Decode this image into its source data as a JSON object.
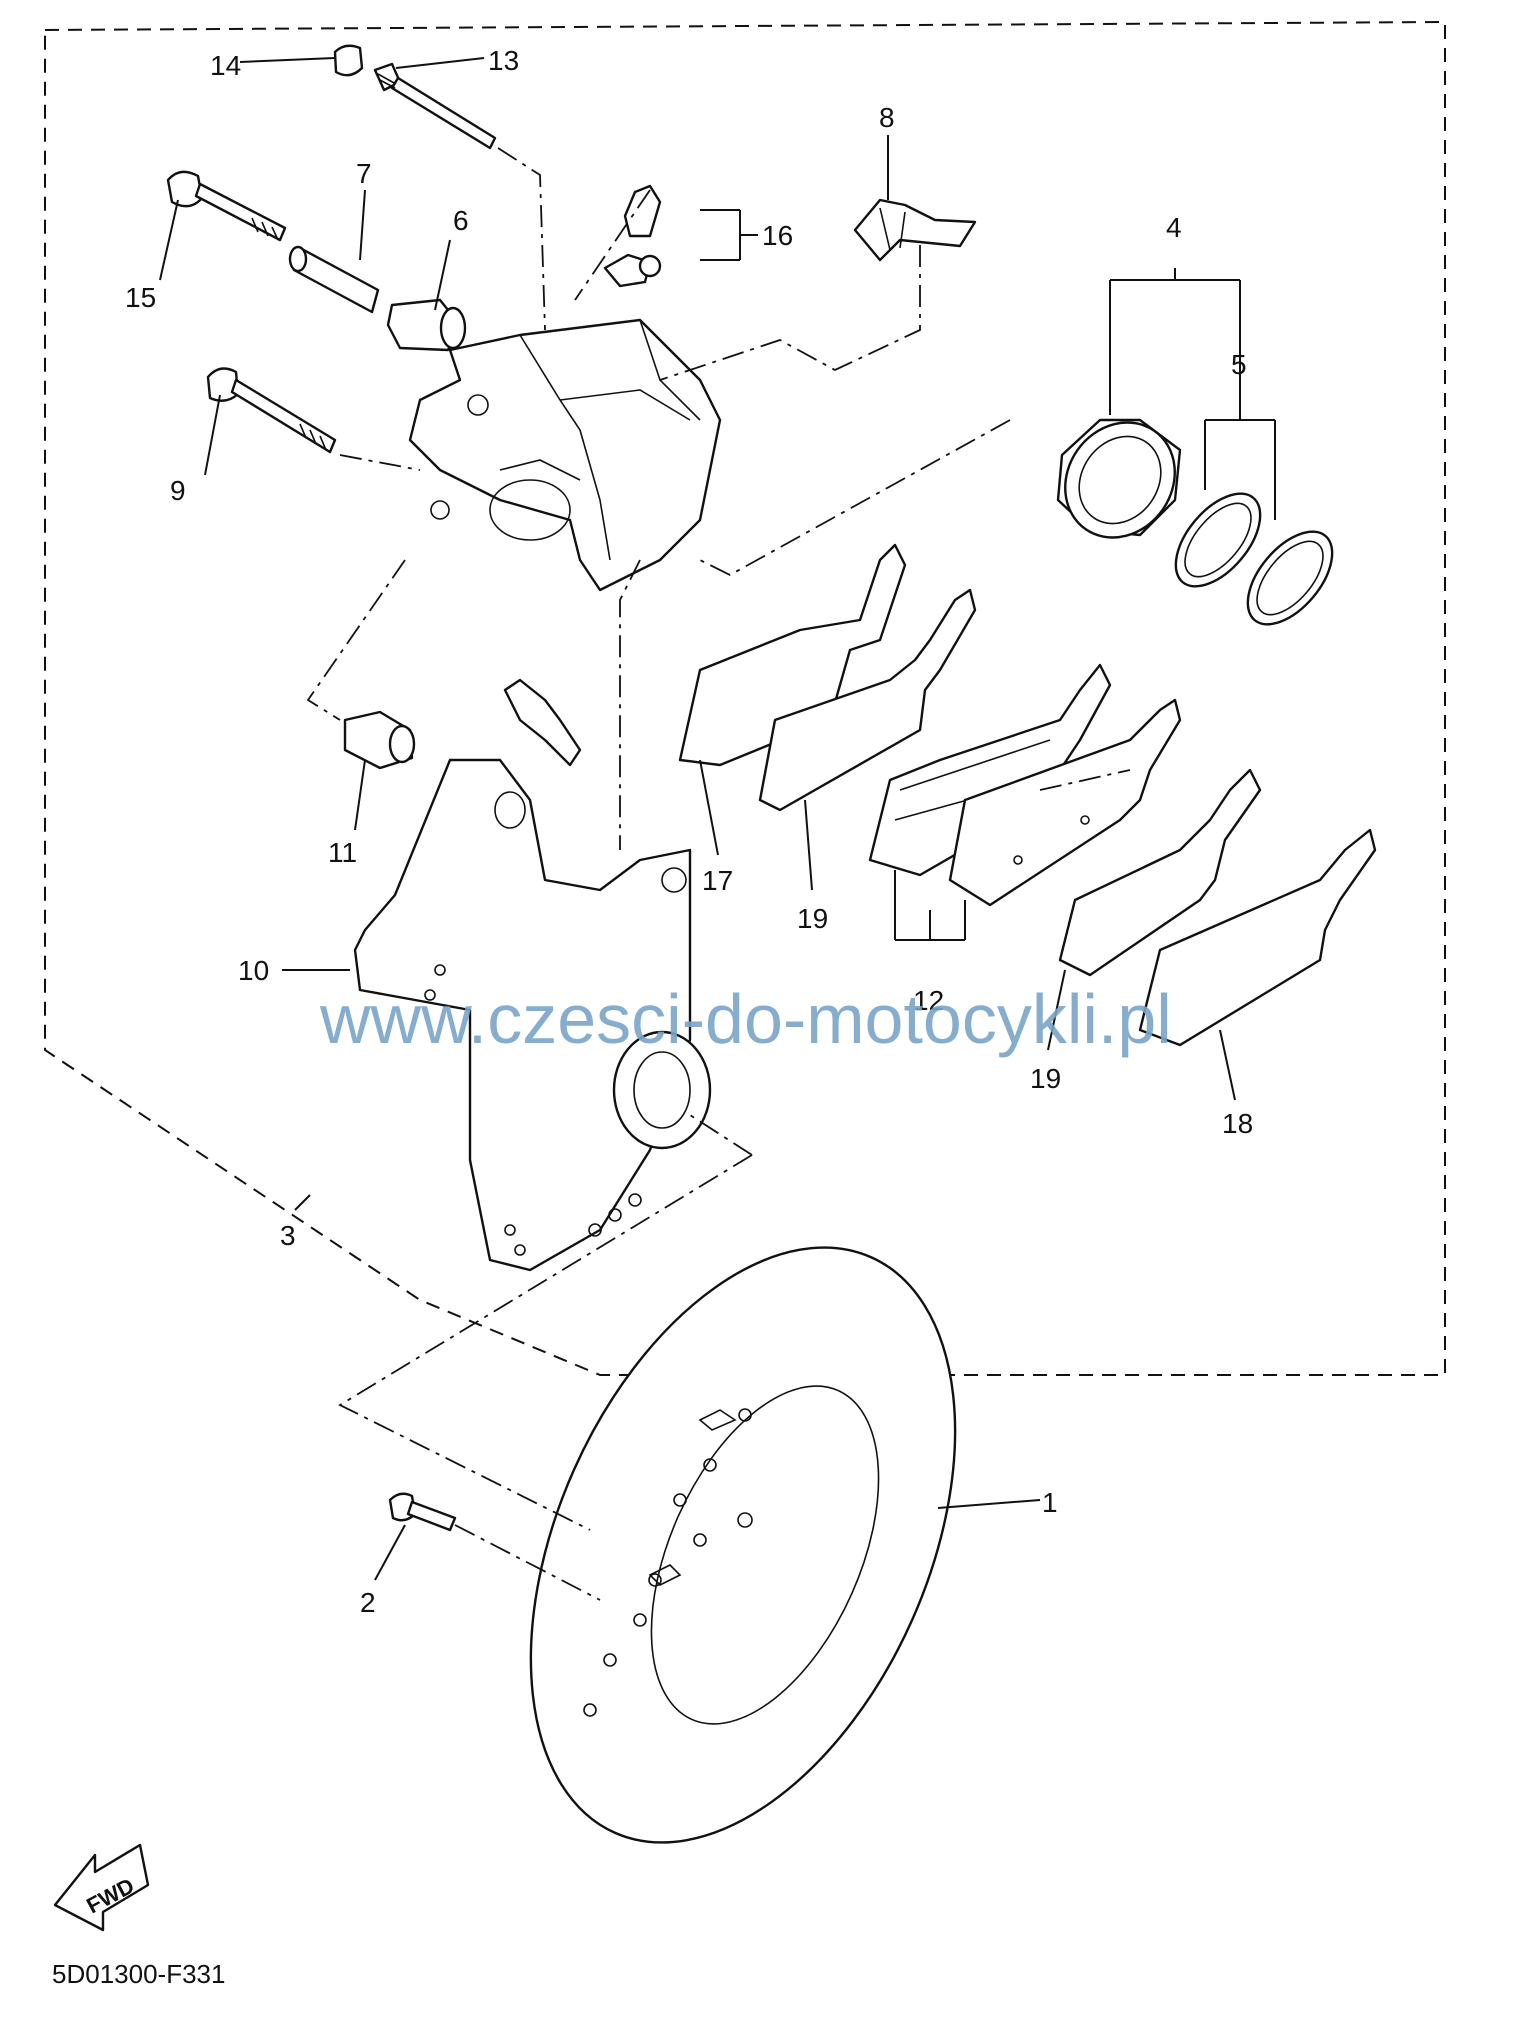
{
  "diagram": {
    "callouts": [
      {
        "id": "c1",
        "text": "1"
      },
      {
        "id": "c2",
        "text": "2"
      },
      {
        "id": "c3",
        "text": "3"
      },
      {
        "id": "c4",
        "text": "4"
      },
      {
        "id": "c5",
        "text": "5"
      },
      {
        "id": "c6",
        "text": "6"
      },
      {
        "id": "c7",
        "text": "7"
      },
      {
        "id": "c8",
        "text": "8"
      },
      {
        "id": "c9",
        "text": "9"
      },
      {
        "id": "c10",
        "text": "10"
      },
      {
        "id": "c11",
        "text": "11"
      },
      {
        "id": "c12",
        "text": "12"
      },
      {
        "id": "c13",
        "text": "13"
      },
      {
        "id": "c14",
        "text": "14"
      },
      {
        "id": "c15",
        "text": "15"
      },
      {
        "id": "c16",
        "text": "16"
      },
      {
        "id": "c17",
        "text": "17"
      },
      {
        "id": "c18",
        "text": "18"
      },
      {
        "id": "c19a",
        "text": "19"
      },
      {
        "id": "c19b",
        "text": "19"
      }
    ],
    "watermark": "www.czesci-do-motocykli.pl",
    "fwd_label": "FWD",
    "drawing_code": "5D01300-F331",
    "colors": {
      "line": "#111111",
      "watermark": "#7aa5c9",
      "background": "#ffffff"
    }
  }
}
